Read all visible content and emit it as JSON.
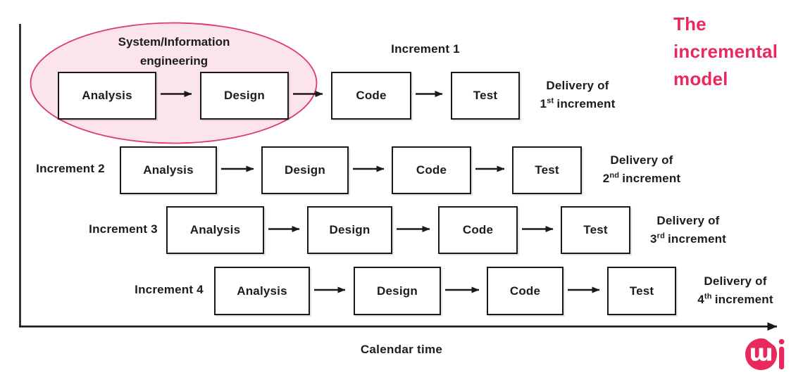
{
  "colors": {
    "accent": "#E9295D",
    "ellipse_fill": "#FBE4EC",
    "ellipse_stroke": "#DE3A68",
    "ink": "#1C1C1E",
    "box_border": "#1A1A1A"
  },
  "title": "The incremental model",
  "system_engineering_label": "System/Information engineering",
  "x_axis_label": "Calendar time",
  "increments": [
    {
      "name": "Increment 1",
      "stages": [
        "Analysis",
        "Design",
        "Code",
        "Test"
      ],
      "delivery_line1": "Delivery of",
      "ordinal": "1",
      "ordinal_suffix": "st",
      "delivery_line2_rest": "increment"
    },
    {
      "name": "Increment 2",
      "stages": [
        "Analysis",
        "Design",
        "Code",
        "Test"
      ],
      "delivery_line1": "Delivery of",
      "ordinal": "2",
      "ordinal_suffix": "nd",
      "delivery_line2_rest": "increment"
    },
    {
      "name": "Increment 3",
      "stages": [
        "Analysis",
        "Design",
        "Code",
        "Test"
      ],
      "delivery_line1": "Delivery of",
      "ordinal": "3",
      "ordinal_suffix": "rd",
      "delivery_line2_rest": "increment"
    },
    {
      "name": "Increment 4",
      "stages": [
        "Analysis",
        "Design",
        "Code",
        "Test"
      ],
      "delivery_line1": "Delivery of",
      "ordinal": "4",
      "ordinal_suffix": "th",
      "delivery_line2_rest": "increment"
    }
  ],
  "logo": {
    "circle_letter": "m",
    "trailing_letter": "i"
  }
}
